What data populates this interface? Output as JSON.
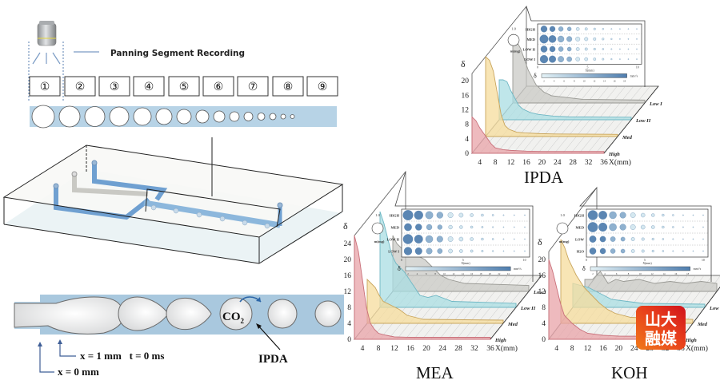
{
  "top_panel": {
    "recording_label": "Panning Segment Recording",
    "segments": [
      "①",
      "②",
      "③",
      "④",
      "⑤",
      "⑥",
      "⑦",
      "⑧",
      "⑨"
    ],
    "channel_color": "#b7d3e6"
  },
  "bottom_panel": {
    "gas_label": "CO",
    "gas_subscript": "2",
    "liquid_label": "IPDA",
    "pos1_label": "x = 1 mm   t = 0 ms",
    "pos0_label": "x = 0 mm",
    "channel_color": "#a9c8de"
  },
  "colors": {
    "high": "#e8a3a8",
    "med": "#f5dc9c",
    "low2": "#a9dde3",
    "low1": "#c9c9c5",
    "blue_dark": "#5b86b3",
    "blue_mid": "#8fb1cf",
    "blue_light": "#d5e8f0"
  },
  "chart_data": [
    {
      "type": "area",
      "title": "IPDA",
      "ylabel": "δ",
      "xlabel": "X(mm)",
      "x_ticks": [
        "4",
        "8",
        "12",
        "16",
        "20",
        "24",
        "28",
        "32",
        "36"
      ],
      "y_ticks": [
        "0",
        "4",
        "8",
        "12",
        "16",
        "20"
      ],
      "ylim": [
        0,
        22
      ],
      "xlim": [
        2,
        36
      ],
      "series_names": [
        "High",
        "Med",
        "Low II",
        "Low I"
      ],
      "series": [
        {
          "name": "High",
          "x": [
            2,
            3,
            4,
            5,
            6,
            7,
            8,
            10,
            12,
            16,
            20,
            36
          ],
          "values": [
            10,
            9,
            7,
            5.5,
            4,
            2.5,
            1.5,
            1,
            0.8,
            0.6,
            0.5,
            0.5
          ]
        },
        {
          "name": "Med",
          "x": [
            2,
            3,
            4,
            5,
            6,
            7,
            8,
            10,
            12,
            16,
            20,
            36
          ],
          "values": [
            22,
            21,
            18,
            12,
            6,
            3,
            2,
            1.2,
            1,
            0.8,
            0.7,
            0.6
          ]
        },
        {
          "name": "Low II",
          "x": [
            2,
            3,
            4,
            5,
            6,
            7,
            8,
            10,
            12,
            16,
            20,
            36
          ],
          "values": [
            11,
            11,
            10.5,
            8,
            6,
            4,
            3,
            2,
            1.5,
            1,
            0.8,
            0.7
          ]
        },
        {
          "name": "Low I",
          "x": [
            2,
            3,
            4,
            5,
            6,
            7,
            8,
            10,
            12,
            16,
            20,
            36
          ],
          "values": [
            19,
            17,
            15,
            12,
            9,
            7,
            5,
            3,
            2,
            1.5,
            1,
            0.8
          ]
        }
      ],
      "inset": {
        "rows": [
          "HIGH",
          "MED",
          "LOW II",
          "LOW I"
        ],
        "legend_label": "m(mg)",
        "legend_values": [
          "1.0",
          "0.5"
        ],
        "xlabel": "X(mm)",
        "x_ticks": [
          "0",
          "5",
          "10"
        ],
        "colorbar_label": "δ",
        "colorbar_unit": "mm²/s",
        "colorbar_ticks": [
          "2",
          "4",
          "6",
          "8",
          "10",
          "12",
          "14",
          "16",
          "18"
        ]
      }
    },
    {
      "type": "area",
      "title": "MEA",
      "ylabel": "δ",
      "xlabel": "X(mm)",
      "x_ticks": [
        "4",
        "8",
        "12",
        "16",
        "20",
        "24",
        "28",
        "32",
        "36"
      ],
      "y_ticks": [
        "0",
        "4",
        "8",
        "12",
        "16",
        "20",
        "24"
      ],
      "ylim": [
        0,
        26
      ],
      "xlim": [
        2,
        36
      ],
      "series_names": [
        "High",
        "Med",
        "Low II",
        "Low I"
      ],
      "series": [
        {
          "name": "High",
          "x": [
            2,
            3,
            4,
            5,
            6,
            7,
            8,
            10,
            12,
            16,
            36
          ],
          "values": [
            26,
            22,
            15,
            8,
            4,
            2.5,
            1.5,
            1,
            0.6,
            0.5,
            0.5
          ]
        },
        {
          "name": "Med",
          "x": [
            2,
            3,
            4,
            5,
            6,
            8,
            10,
            12,
            14,
            16,
            36
          ],
          "values": [
            11,
            10,
            9,
            7,
            5.5,
            4.5,
            3.5,
            2,
            1.5,
            1,
            0.8
          ]
        },
        {
          "name": "Low II",
          "x": [
            2,
            3,
            4,
            5,
            6,
            8,
            10,
            12,
            14,
            16,
            20,
            36
          ],
          "values": [
            24,
            21,
            17,
            13,
            11,
            9,
            6,
            3,
            2.5,
            3,
            1.5,
            1
          ]
        },
        {
          "name": "Low I",
          "x": [
            2,
            3,
            4,
            6,
            8,
            10,
            12,
            14,
            16,
            20,
            36
          ],
          "values": [
            14,
            12,
            11,
            10,
            9,
            8,
            6,
            4,
            3,
            2,
            1.5
          ]
        }
      ],
      "inset": {
        "rows": [
          "HIGH",
          "MED",
          "LOW II",
          "LOW I"
        ],
        "legend_label": "m(mg)",
        "legend_values": [
          "1.0",
          "0.5"
        ],
        "xlabel": "X(mm)",
        "x_ticks": [
          "0",
          "5",
          "10"
        ],
        "colorbar_label": "δ",
        "colorbar_unit": "mm²/s",
        "colorbar_ticks": [
          "2",
          "4",
          "6",
          "8",
          "10",
          "12",
          "14",
          "16",
          "18",
          "20",
          "22",
          "24"
        ]
      }
    },
    {
      "type": "area",
      "title": "KOH",
      "ylabel": "δ",
      "xlabel": "X(mm)",
      "x_ticks": [
        "4",
        "8",
        "12",
        "16",
        "20",
        "24",
        "28",
        "32",
        "36"
      ],
      "y_ticks": [
        "0",
        "4",
        "8",
        "12",
        "16",
        "20"
      ],
      "ylim": [
        0,
        22
      ],
      "xlim": [
        2,
        36
      ],
      "series_names": [
        "High",
        "Med",
        "Low",
        "H2O"
      ],
      "series": [
        {
          "name": "High",
          "x": [
            2,
            3,
            4,
            5,
            6,
            8,
            10,
            12,
            16,
            20,
            36
          ],
          "values": [
            20,
            17,
            13,
            9,
            6,
            4,
            2.5,
            1.5,
            1,
            0.8,
            0.7
          ]
        },
        {
          "name": "Med",
          "x": [
            2,
            3,
            4,
            6,
            8,
            10,
            12,
            14,
            16,
            20,
            36
          ],
          "values": [
            21,
            19,
            16,
            12,
            9,
            7,
            5,
            3.5,
            2.5,
            1.5,
            1
          ]
        },
        {
          "name": "Low",
          "x": [
            2,
            4,
            6,
            8,
            10,
            12,
            16,
            20,
            36
          ],
          "values": [
            6,
            5.5,
            5,
            4,
            3,
            2,
            1.5,
            1,
            0.8
          ]
        },
        {
          "name": "H2O",
          "x": [
            2,
            4,
            6,
            8,
            10,
            12,
            16,
            20,
            24,
            28,
            32,
            36
          ],
          "values": [
            3,
            3,
            5,
            2,
            3,
            2.5,
            3,
            2,
            2.5,
            2,
            2.5,
            2
          ]
        }
      ],
      "inset": {
        "rows": [
          "HIGH",
          "MED",
          "LOW",
          "H2O"
        ],
        "legend_label": "m(mg)",
        "legend_values": [
          "1.0",
          "0.5"
        ],
        "xlabel": "X(mm)",
        "x_ticks": [
          "0",
          "5",
          "10"
        ],
        "colorbar_label": "δ",
        "colorbar_unit": "mm²/s",
        "colorbar_ticks": [
          "2",
          "4",
          "6",
          "8",
          "10",
          "12",
          "14",
          "16",
          "18"
        ]
      }
    }
  ],
  "watermark": {
    "line1": "山大",
    "line2": "融媒"
  }
}
